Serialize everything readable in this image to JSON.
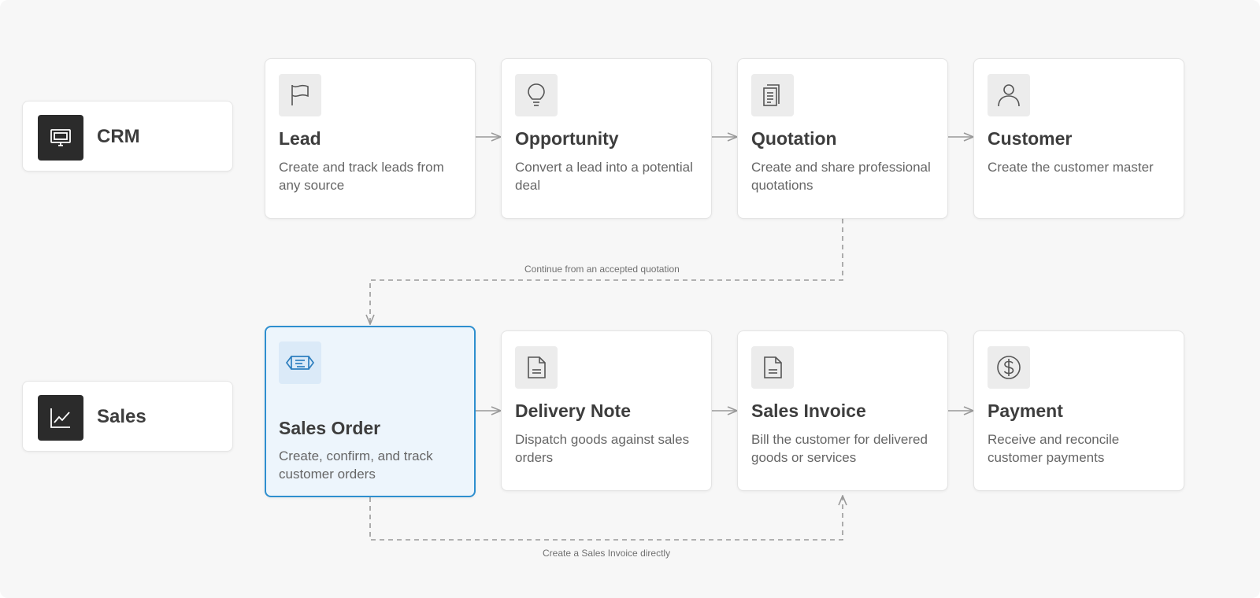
{
  "modules": [
    {
      "label": "CRM",
      "icon": "monitor-icon"
    },
    {
      "label": "Sales",
      "icon": "chart-line-icon"
    }
  ],
  "crm_steps": [
    {
      "title": "Lead",
      "description": "Create and track leads from any source",
      "icon": "flag-icon"
    },
    {
      "title": "Opportunity",
      "description": "Convert a lead into a potential deal",
      "icon": "lightbulb-icon"
    },
    {
      "title": "Quotation",
      "description": "Create and share professional quotations",
      "icon": "documents-icon"
    },
    {
      "title": "Customer",
      "description": "Create the customer master",
      "icon": "user-icon"
    }
  ],
  "sales_steps": [
    {
      "title": "Sales Order",
      "description": "Create, confirm, and track customer orders",
      "icon": "sales-order-icon",
      "active": true
    },
    {
      "title": "Delivery Note",
      "description": "Dispatch goods against sales orders",
      "icon": "document-icon"
    },
    {
      "title": "Sales Invoice",
      "description": "Bill the customer for delivered goods or services",
      "icon": "document-icon"
    },
    {
      "title": "Payment",
      "description": "Receive and reconcile customer payments",
      "icon": "dollar-circle-icon"
    }
  ],
  "edges": {
    "quotation_to_sales_order": "Continue from an accepted quotation",
    "sales_order_to_invoice": "Create a Sales Invoice directly"
  },
  "colors": {
    "background": "#f7f7f7",
    "module_icon_bg": "#2b2b2b",
    "active_border": "#2e8fcf",
    "active_bg": "#edf5fc",
    "connector": "#9a9a9a"
  }
}
